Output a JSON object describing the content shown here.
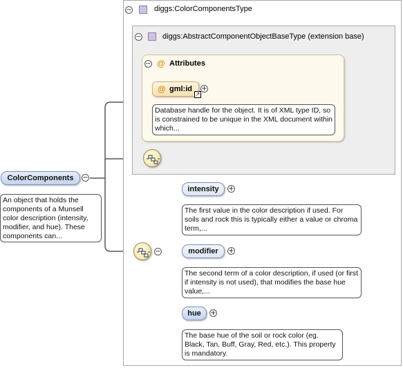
{
  "outer_type": {
    "name": "diggs:ColorComponentsType"
  },
  "base_type": {
    "name": "diggs:AbstractComponentObjectBaseType (extension base)"
  },
  "attributes_group": {
    "label": "Attributes",
    "attributes": [
      {
        "name": "gml:id",
        "description": "Database handle for the object. It is of XML type ID, so is constrained to be unique in the XML document within which..."
      }
    ]
  },
  "root_element": {
    "name": "ColorComponents",
    "description": "An object that holds the components of a Munsell color description (intensity, modifier, and hue). These components can..."
  },
  "sequence_children": [
    {
      "name": "intensity",
      "optional": true,
      "description": "The first value in the color description if used. For soils and rock this is typically either a value or chroma term,..."
    },
    {
      "name": "modifier",
      "optional": true,
      "description": "The second term of a color description, if used (or first if intensity is not used), that modifies the base hue value,..."
    },
    {
      "name": "hue",
      "optional": false,
      "description": "The base hue of the soil or rock color (eg. Black, Tan, Buff, Gray, Red, etc.). This property is mandatory."
    }
  ],
  "colors": {
    "element_fill": "#c4d3ee",
    "attribute_fill": "#f5e1b3",
    "compositor_fill": "#f0e2a0"
  }
}
